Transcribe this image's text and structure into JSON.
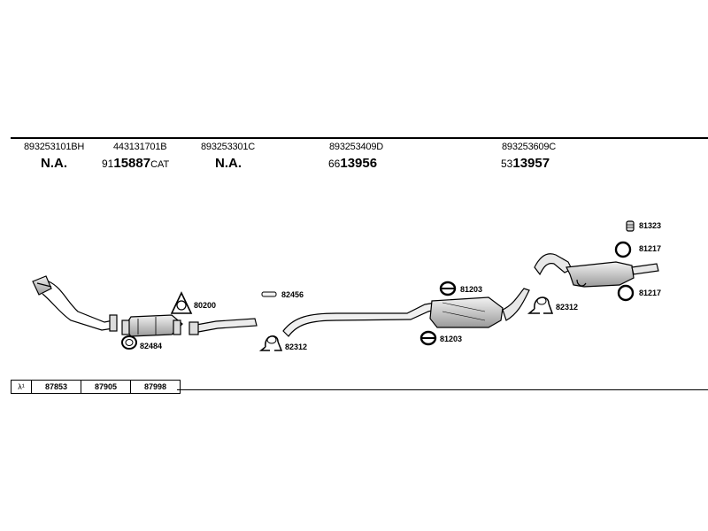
{
  "header": {
    "parts": [
      {
        "code": "893253101BH",
        "ref_pre": "",
        "ref": "N.A.",
        "ref_suf": ""
      },
      {
        "code": "443131701B",
        "ref_pre": "91",
        "ref": "15887",
        "ref_suf": "CAT"
      },
      {
        "code": "893253301C",
        "ref_pre": "",
        "ref": "N.A.",
        "ref_suf": ""
      },
      {
        "code": "893253409D",
        "ref_pre": "66",
        "ref": "13956",
        "ref_suf": ""
      },
      {
        "code": "893253609C",
        "ref_pre": "53",
        "ref": "13957",
        "ref_suf": ""
      }
    ]
  },
  "parts": {
    "p82484": "82484",
    "p80200": "80200",
    "p82456": "82456",
    "p82312_a": "82312",
    "p81203_top": "81203",
    "p81203_bottom": "81203",
    "p82312_b": "82312",
    "p81323": "81323",
    "p81217_top": "81217",
    "p81217_bottom": "81217"
  },
  "lambda": {
    "symbol": "λ¹",
    "values": [
      "87853",
      "87905",
      "87998"
    ]
  },
  "colors": {
    "line": "#000000",
    "part_fill": "#d9d9d9",
    "part_shade": "#9a9a9a"
  }
}
